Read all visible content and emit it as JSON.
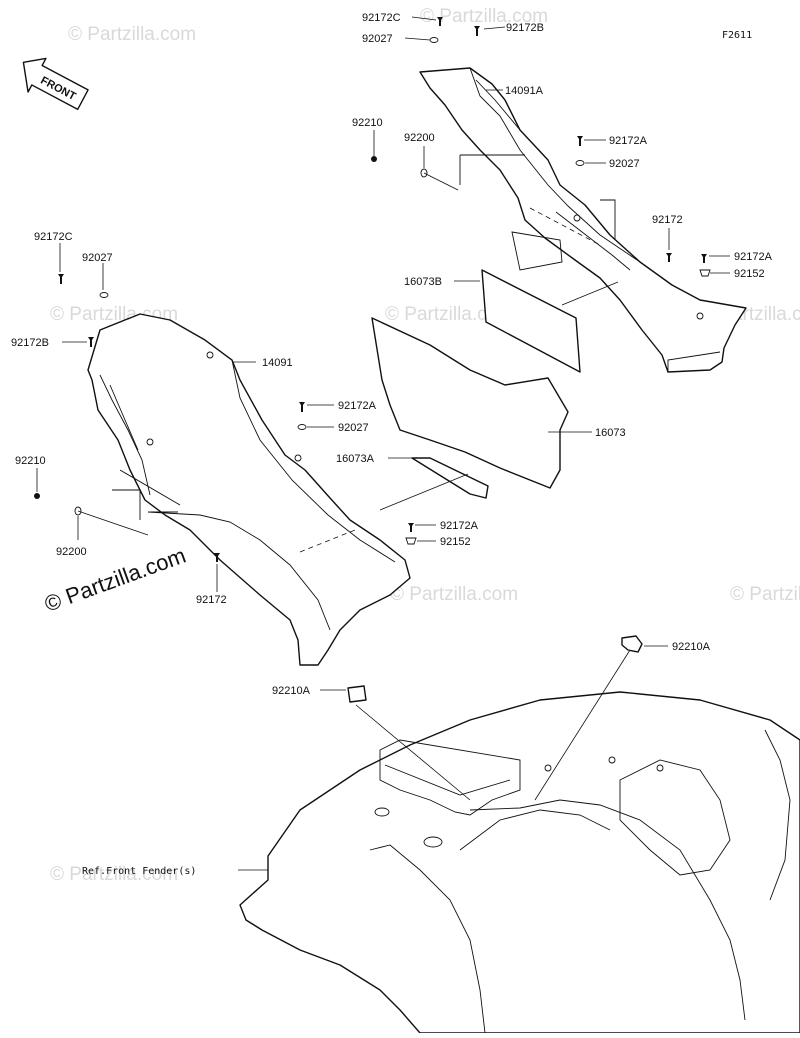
{
  "diagram": {
    "figure_id": "F2611",
    "front_arrow_label": "FRONT",
    "reference_note": "Ref.Front Fender(s)",
    "watermark_small": "© Partzilla.com",
    "watermark_main": "© Partzilla.com",
    "labels": {
      "r_92172C": "92172C",
      "r_92027_top": "92027",
      "r_92172B": "92172B",
      "r_14091A": "14091A",
      "r_92210": "92210",
      "r_92200": "92200",
      "r_92172A_1": "92172A",
      "r_92027_2": "92027",
      "r_92172": "92172",
      "r_92172A_2": "92172A",
      "r_92152": "92152",
      "r_16073B": "16073B",
      "l_92172C": "92172C",
      "l_92027": "92027",
      "l_92172B": "92172B",
      "l_14091": "14091",
      "l_92172A": "92172A",
      "l_92027_2": "92027",
      "c_16073": "16073",
      "c_16073A": "16073A",
      "l_92210": "92210",
      "l_92200": "92200",
      "l_92172": "92172",
      "c_92172A": "92172A",
      "c_92152": "92152",
      "f_92210A_right": "92210A",
      "f_92210A_left": "92210A"
    }
  }
}
